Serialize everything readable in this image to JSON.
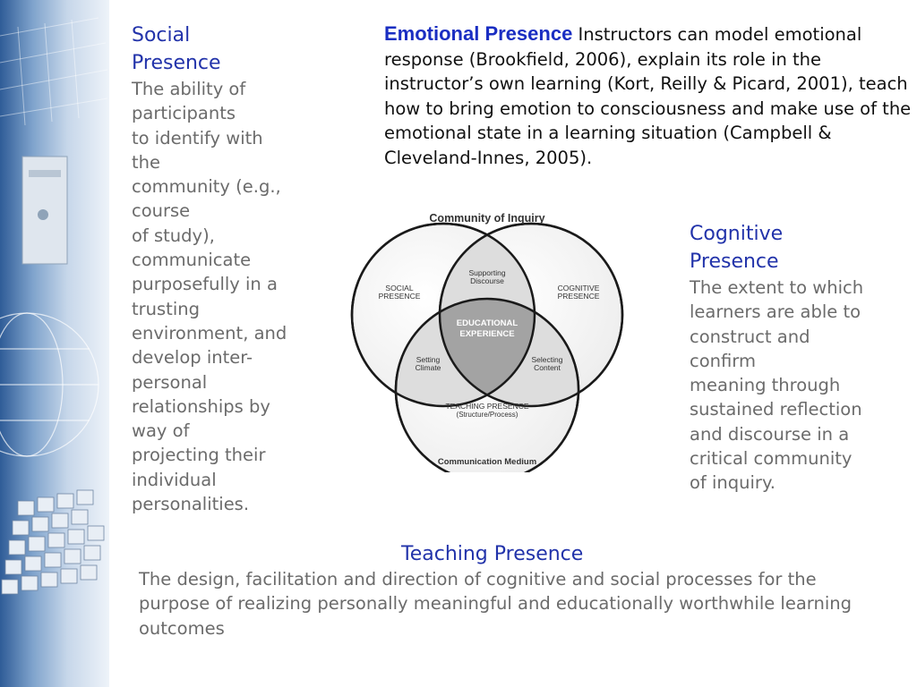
{
  "social": {
    "heading": "Social\nPresence",
    "body": "The ability of\nparticipants\nto identify with\nthe\ncommunity (e.g.,\ncourse\nof study),\ncommunicate\npurposefully in a\ntrusting\nenvironment, and\ndevelop inter-\npersonal\nrelationships by\nway of\nprojecting their\nindividual\npersonalities."
  },
  "emotional": {
    "heading": "Emotional Presence",
    "body": "Instructors can model emotional response (Brookfield, 2006), explain its role in the instructor’s own learning (Kort, Reilly & Picard, 2001), teach how to bring emotion to consciousness and make use of the emotional state in a learning situation (Campbell & Cleveland-Innes, 2005)."
  },
  "cognitive": {
    "heading": "Cognitive\nPresence",
    "body": "The extent to which\nlearners are able to\nconstruct and\nconfirm\nmeaning through\nsustained reflection\nand discourse in a\ncritical community\nof inquiry."
  },
  "teaching": {
    "heading": "Teaching Presence",
    "body": "The design, facilitation and direction of cognitive and social processes for the purpose of realizing personally meaningful and educationally worthwhile learning outcomes"
  },
  "diagram": {
    "title": "Community of Inquiry",
    "footer": "Communication Medium",
    "social_label": [
      "SOCIAL",
      "PRESENCE"
    ],
    "cognitive_label": [
      "COGNITIVE",
      "PRESENCE"
    ],
    "teaching_label": [
      "TEACHING PRESENCE",
      "(Structure/Process)"
    ],
    "supporting_label": [
      "Supporting",
      "Discourse"
    ],
    "setting_label": [
      "Setting",
      "Climate"
    ],
    "selecting_label": [
      "Selecting",
      "Content"
    ],
    "center_label": [
      "EDUCATIONAL",
      "EXPERIENCE"
    ]
  }
}
